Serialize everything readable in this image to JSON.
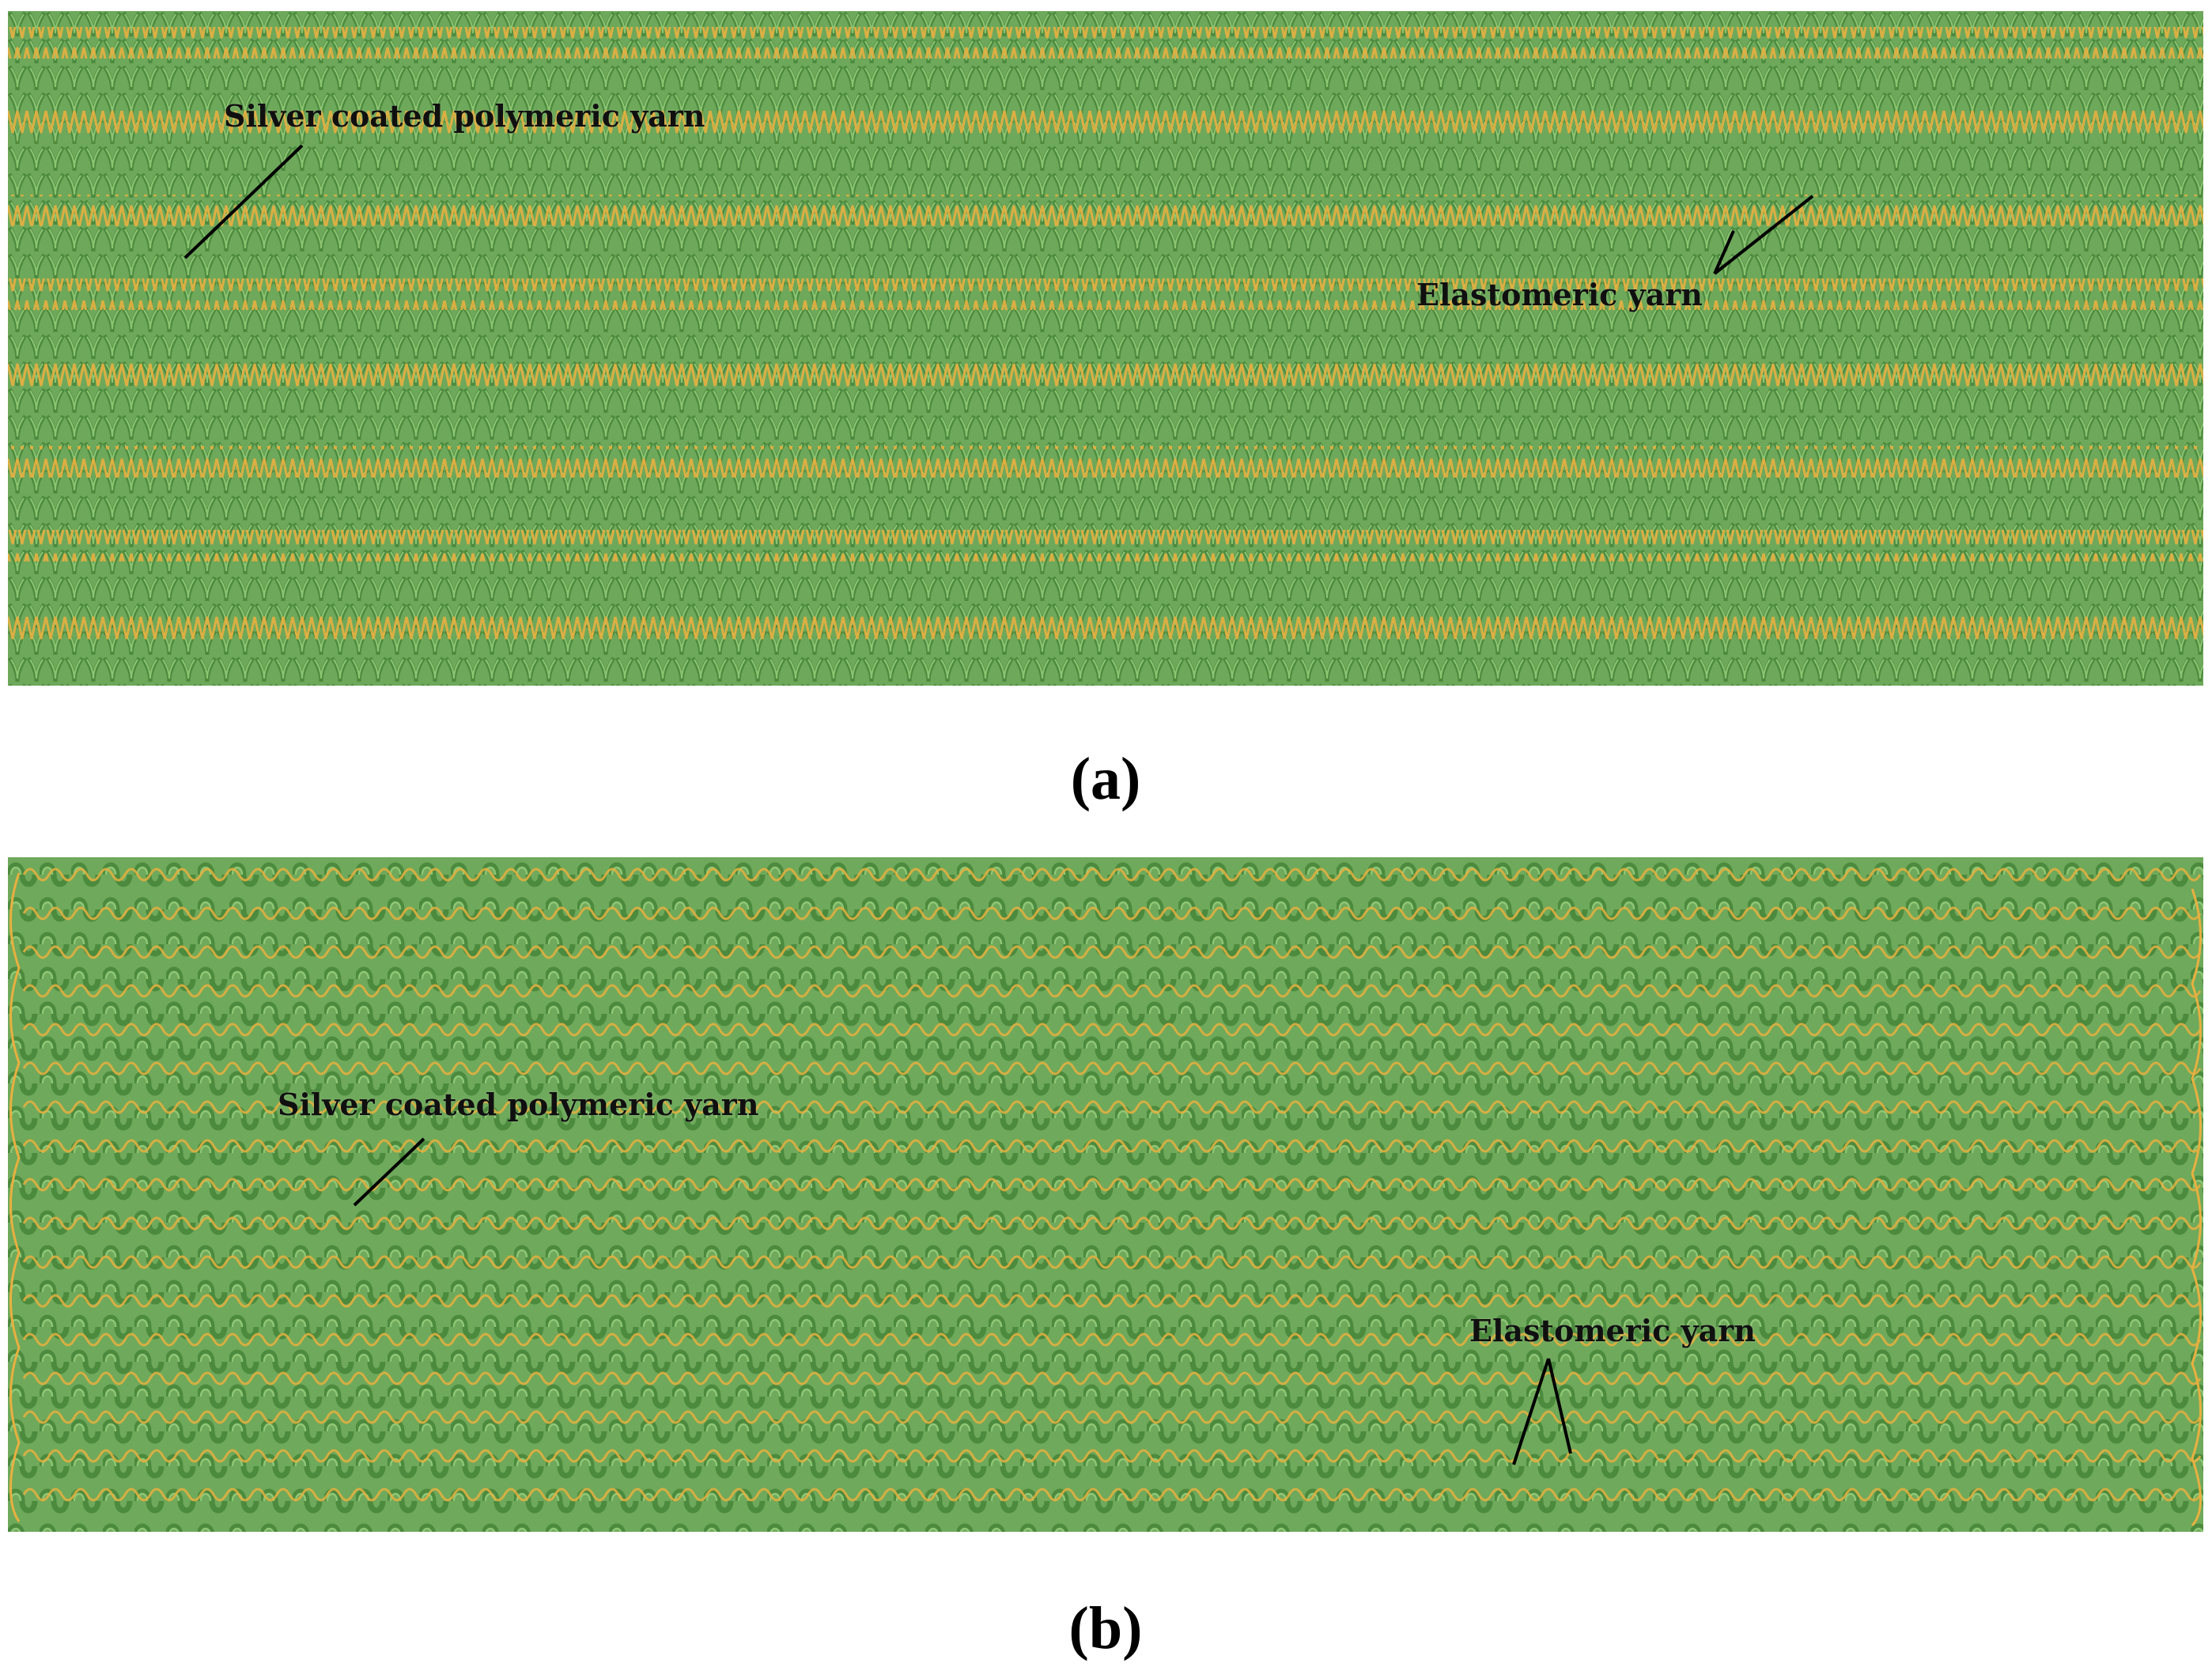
{
  "panel_a": {
    "caption": "(a)",
    "labels": {
      "silver": "Silver coated polymeric yarn",
      "elastomeric": "Elastomeric yarn"
    }
  },
  "panel_b": {
    "caption": "(b)",
    "labels": {
      "silver": "Silver coated polymeric yarn",
      "elastomeric": "Elastomeric yarn"
    }
  },
  "colors": {
    "knit_base": "#6ea85a",
    "knit_dark": "#4c8a3e",
    "knit_light": "#8cc472",
    "yarn_gold": "#e8b040",
    "annotation": "#000000"
  }
}
